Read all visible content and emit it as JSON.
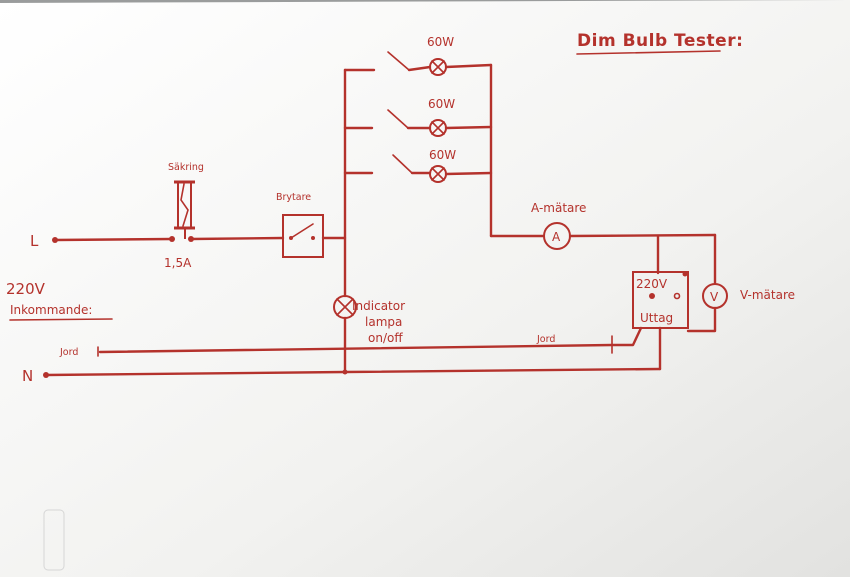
{
  "diagram": {
    "title": "Dim Bulb Tester:",
    "labels": {
      "line": "L",
      "neutral": "N",
      "supply_voltage": "220V",
      "supply_name": "Inkommande:",
      "fuse_label": "Säkring",
      "fuse_rating": "1,5A",
      "switch_label": "Brytare",
      "lamp_1": "60W",
      "lamp_2": "60W",
      "lamp_3": "60W",
      "ammeter_label": "A-mätare",
      "ammeter_symbol": "A",
      "voltmeter_label": "V-mätare",
      "voltmeter_symbol": "V",
      "outlet_voltage": "220V",
      "outlet_label": "Uttag",
      "indicator_line1": "Indicator",
      "indicator_line2": "lampa",
      "indicator_line3": "on/off",
      "earth_left": "Jord",
      "earth_right": "Jord"
    },
    "colors": {
      "ink": "#b4322c",
      "paper": "#f4f4f2"
    }
  }
}
